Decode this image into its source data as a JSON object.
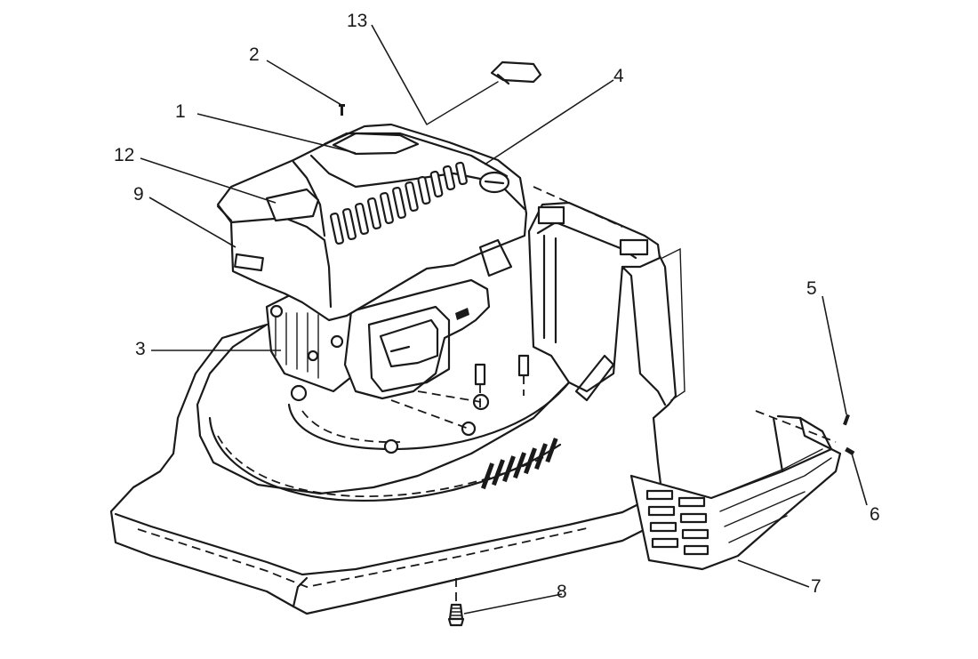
{
  "callouts": {
    "c1": "1",
    "c2": "2",
    "c3": "3",
    "c4": "4",
    "c5": "5",
    "c6": "6",
    "c7": "7",
    "c8": "8",
    "c9": "9",
    "c12": "12",
    "c13": "13"
  },
  "colors": {
    "ink": "#1a1a1a",
    "paper": "#ffffff"
  }
}
